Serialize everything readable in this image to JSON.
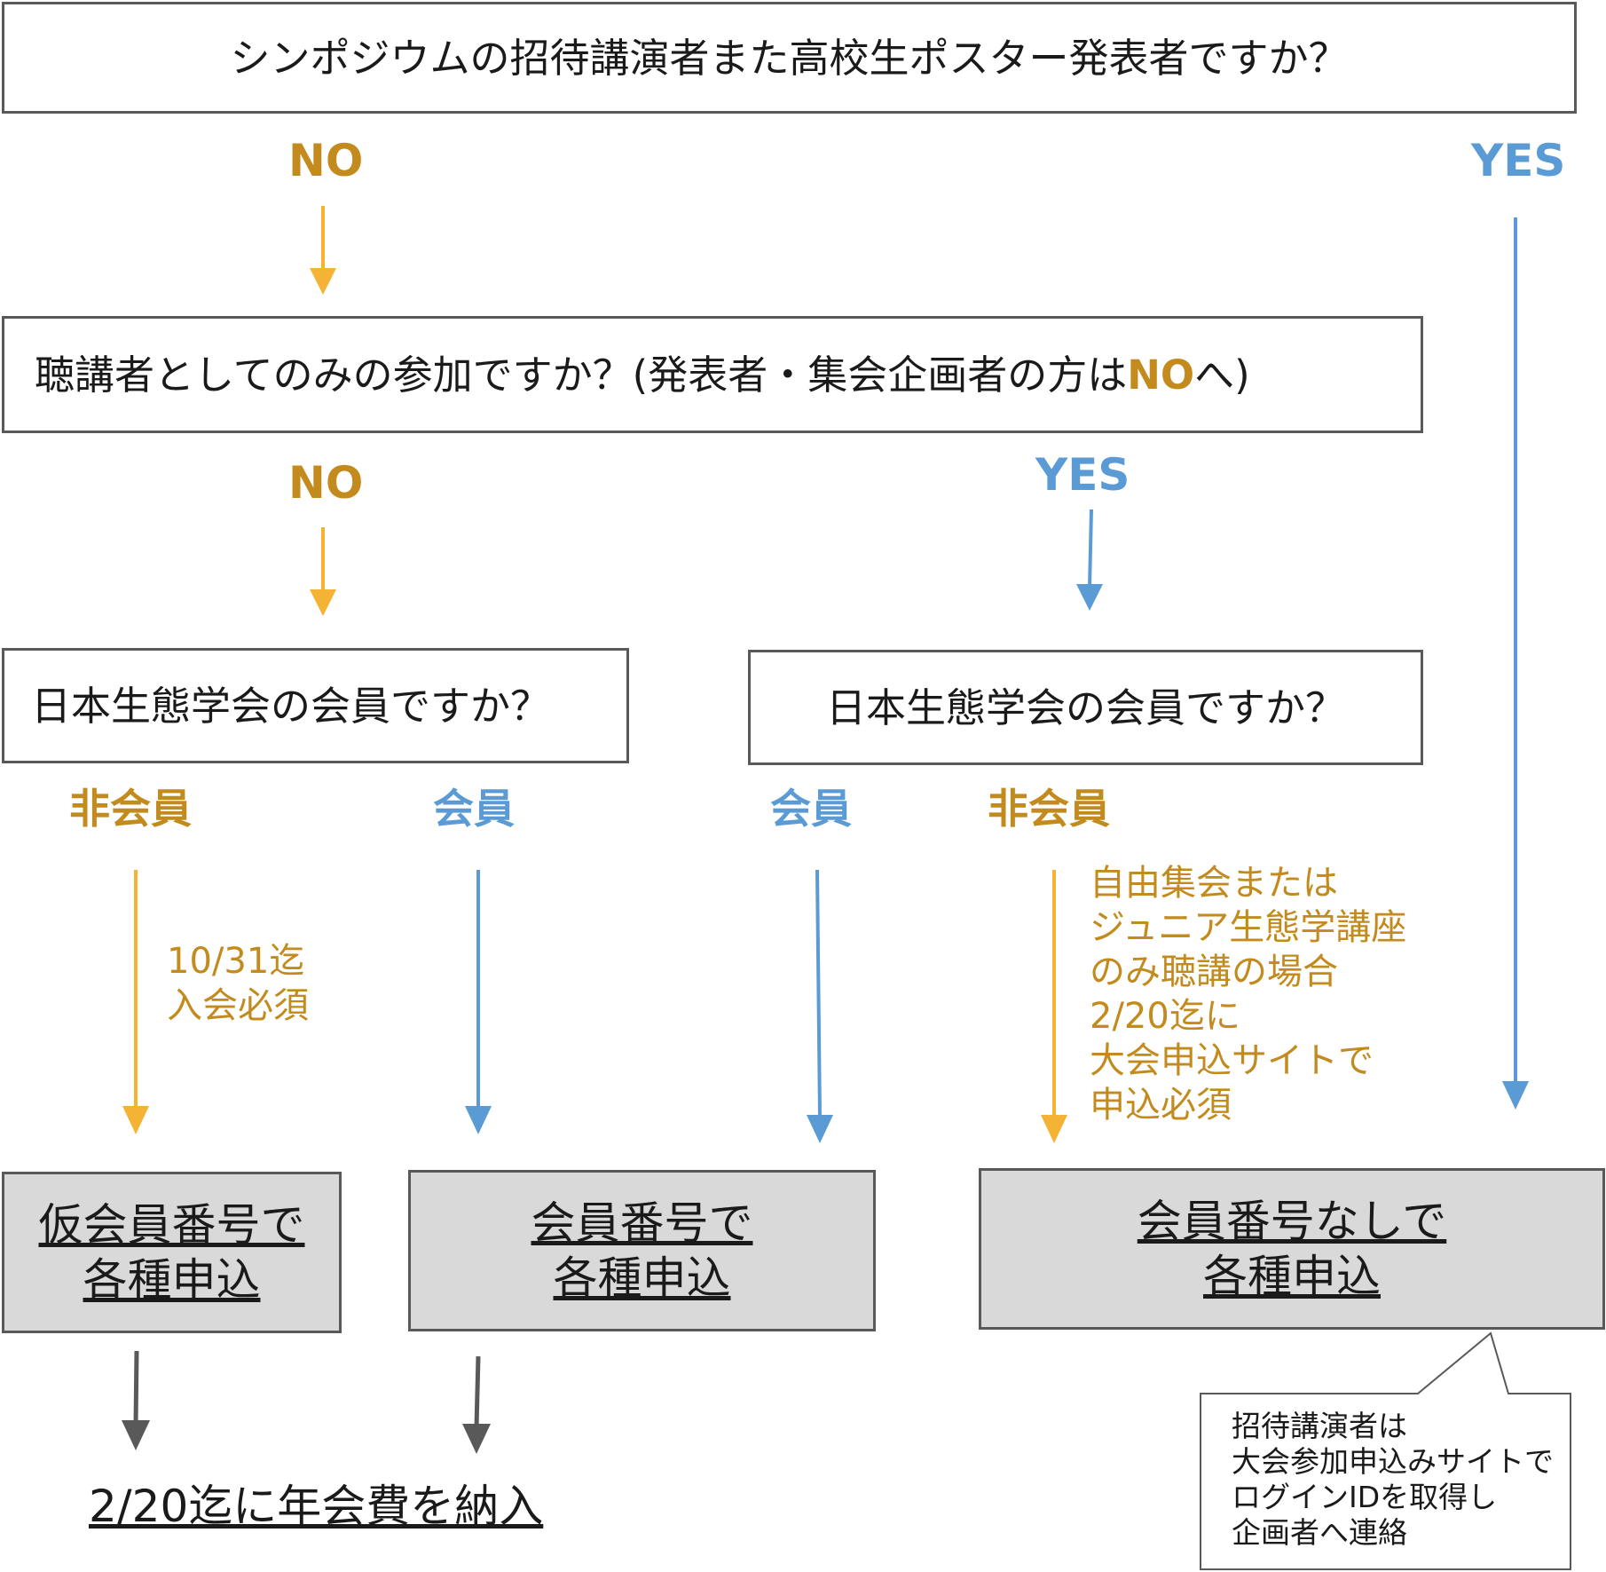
{
  "q1": {
    "text": "シンポジウムの招待講演者また高校生ポスター発表者ですか？"
  },
  "q2": {
    "prefix": "聴講者としてのみの参加ですか？(発表者・集会企画者の方は",
    "highlight": "NO",
    "suffix": "へ)"
  },
  "q3_left": {
    "text": "日本生態学会の会員ですか？"
  },
  "q3_right": {
    "text": "日本生態学会の会員ですか？"
  },
  "labels": {
    "q1_no": "NO",
    "q1_yes": "YES",
    "q2_no": "NO",
    "q2_yes": "YES",
    "left_nonmember": "非会員",
    "left_member": "会員",
    "right_member": "会員",
    "right_nonmember": "非会員"
  },
  "notes": {
    "join_required": [
      "10/31迄",
      "入会必須"
    ],
    "nonmember_condition": [
      "自由集会または",
      "ジュニア生態学講座",
      "のみ聴講の場合",
      "2/20迄に",
      "大会申込サイトで",
      "申込必須"
    ]
  },
  "results": {
    "temp_number": [
      "仮会員番号で",
      "各種申込"
    ],
    "member_number": [
      "会員番号で",
      "各種申込"
    ],
    "no_number": [
      "会員番号なしで",
      "各種申込"
    ]
  },
  "fee": {
    "text": "2/20迄に年会費を納入"
  },
  "callout": {
    "lines": [
      "招待講演者は",
      "大会参加申込みサイトで",
      "ログインIDを取得し",
      "企画者へ連絡"
    ]
  },
  "colors": {
    "no_path": "#f5b335",
    "yes_path": "#5b9bd5",
    "label_orange": "#c38a1e",
    "final_arrow": "#595959",
    "result_fill": "#d9d9d9"
  }
}
